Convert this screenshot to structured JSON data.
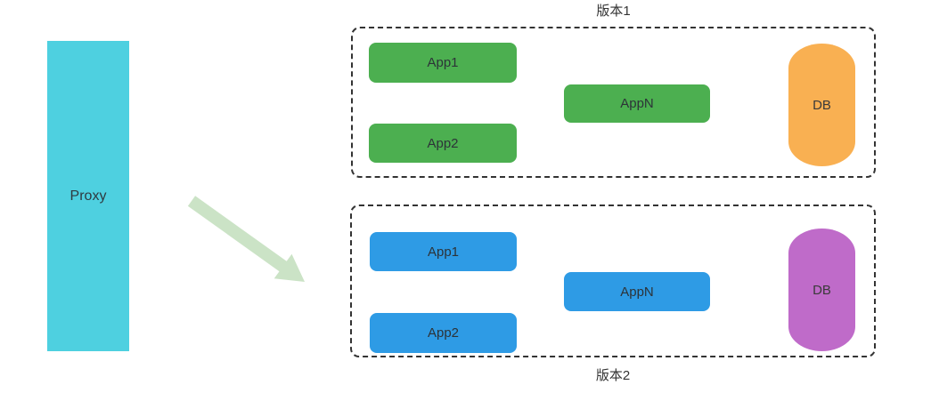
{
  "diagram": {
    "proxy": {
      "label": "Proxy",
      "color": "#4ed0e0"
    },
    "arrow": {
      "color": "#cbe3c6"
    },
    "versions": [
      {
        "title": "版本1",
        "app_color": "#4caf50",
        "db_color": "#f9b052",
        "apps": [
          {
            "label": "App1"
          },
          {
            "label": "App2"
          },
          {
            "label": "AppN"
          }
        ],
        "db": {
          "label": "DB"
        }
      },
      {
        "title": "版本2",
        "app_color": "#2e9be5",
        "db_color": "#bf6bc9",
        "apps": [
          {
            "label": "App1"
          },
          {
            "label": "App2"
          },
          {
            "label": "AppN"
          }
        ],
        "db": {
          "label": "DB"
        }
      }
    ]
  }
}
